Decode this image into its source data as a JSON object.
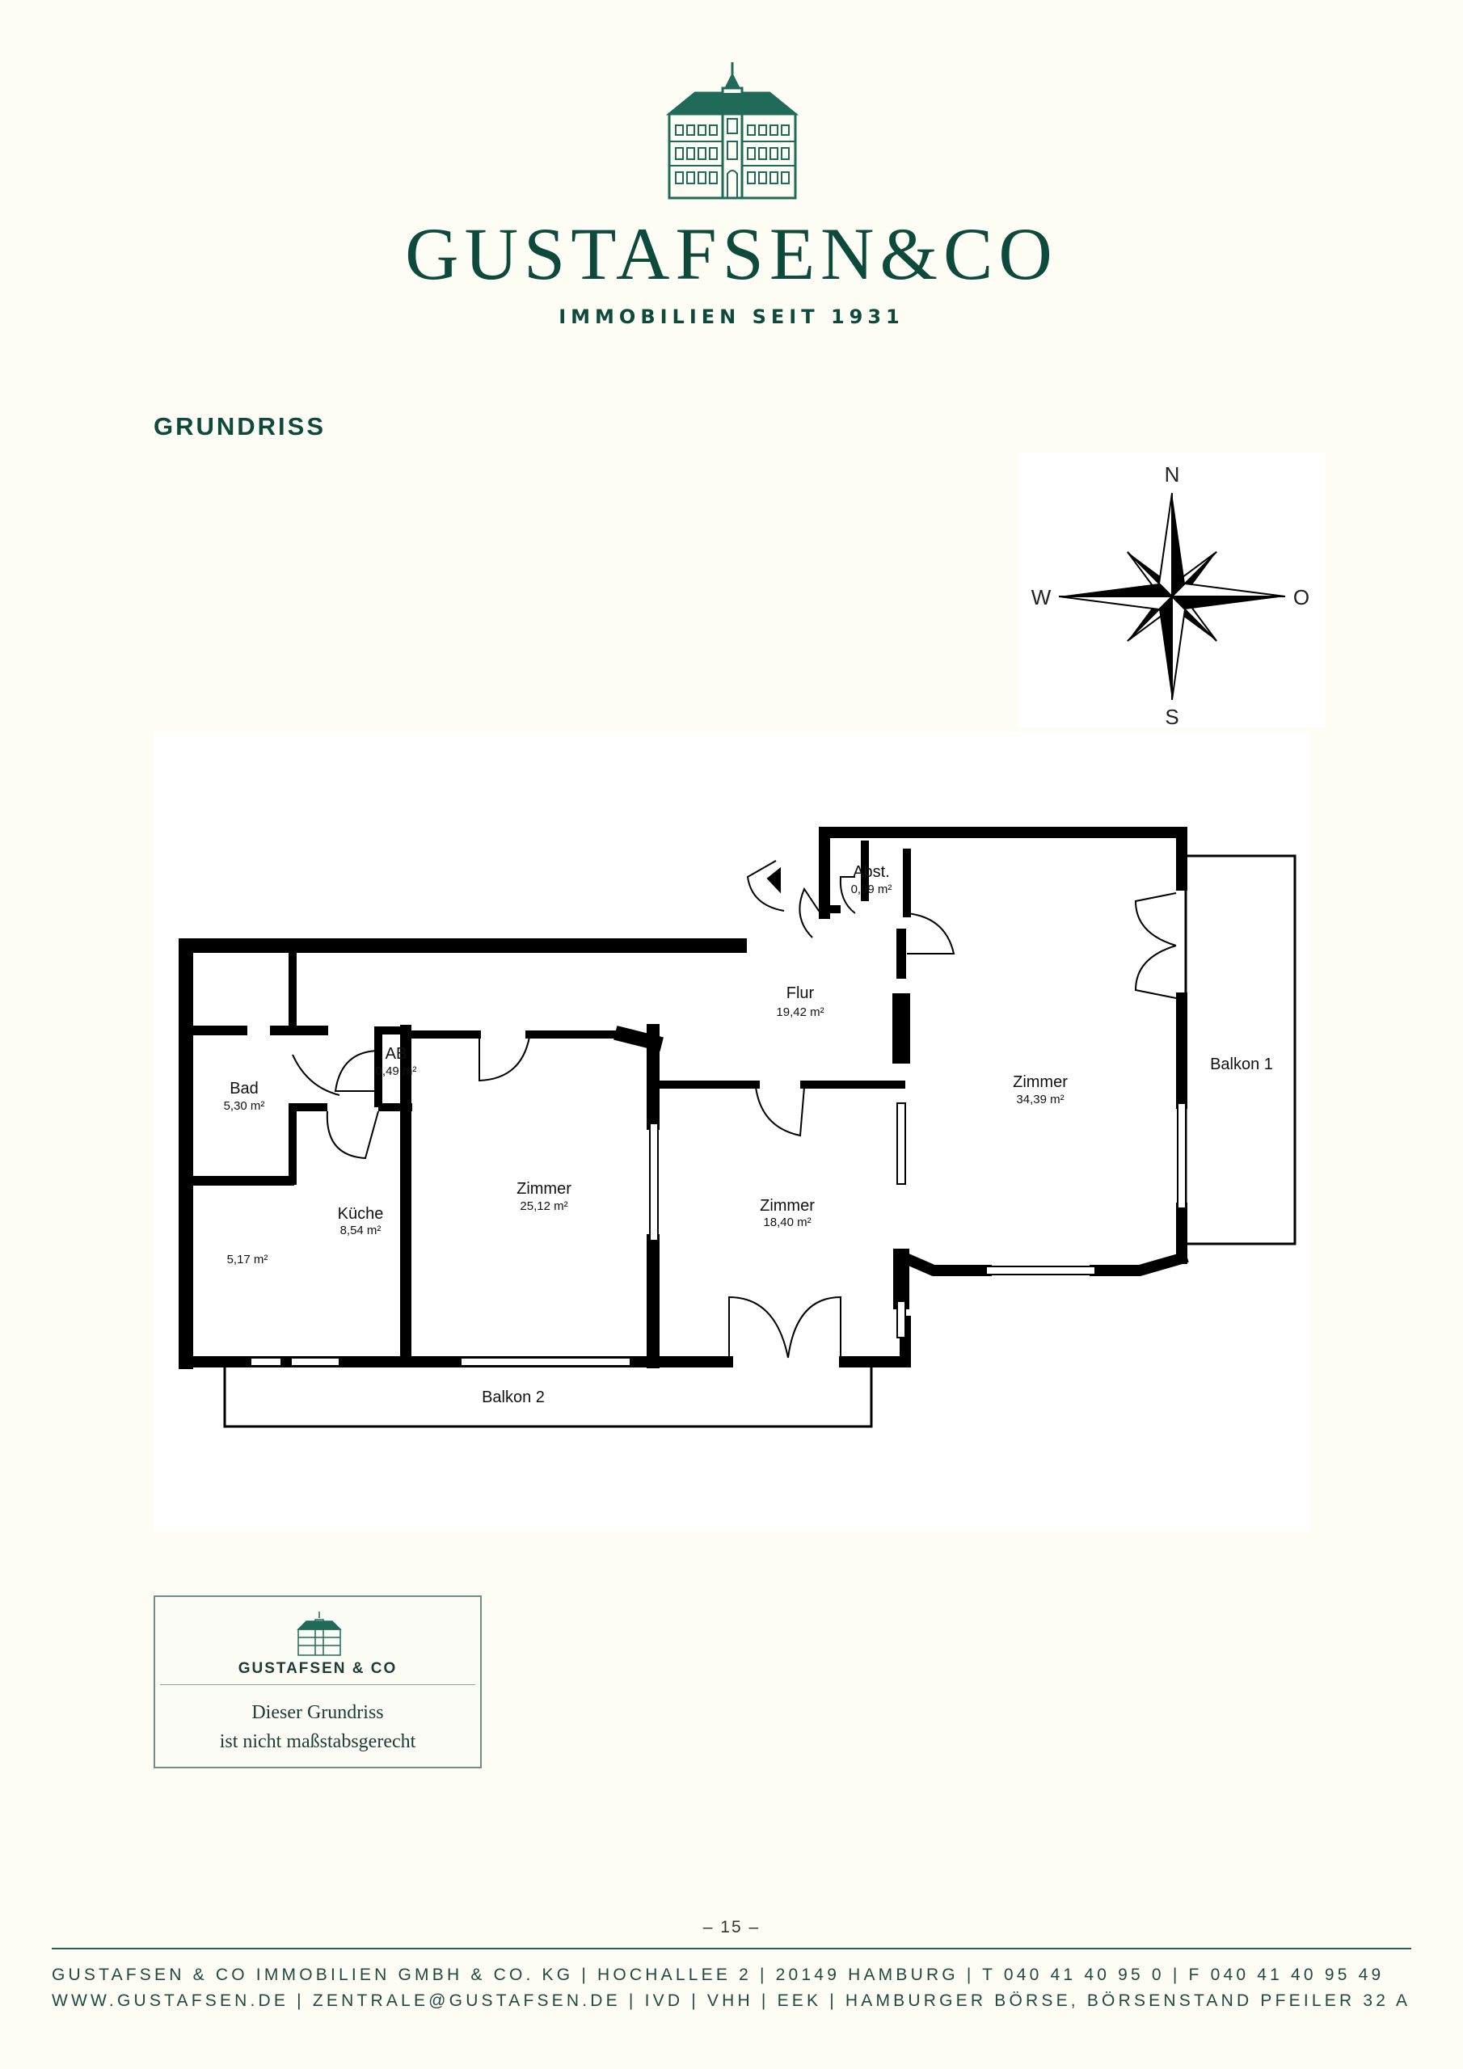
{
  "brand": {
    "name": "GUSTAFSEN&CO",
    "tagline": "IMMOBILIEN SEIT 1931",
    "colors": {
      "primary": "#0e4a3c",
      "background": "#fdfdf5"
    },
    "logo_icon": "building-icon"
  },
  "section": {
    "title": "GRUNDRISS"
  },
  "compass": {
    "north": "N",
    "south": "S",
    "west": "W",
    "east": "O",
    "icon": "compass-rose-icon"
  },
  "floorplan": {
    "rooms": [
      {
        "id": "abst",
        "label": "Abst.",
        "area": "0,99 m²"
      },
      {
        "id": "flur",
        "label": "Flur",
        "area": "19,42 m²"
      },
      {
        "id": "zimmer_large",
        "label": "Zimmer",
        "area": "34,39 m²"
      },
      {
        "id": "balkon1",
        "label": "Balkon 1",
        "area": ""
      },
      {
        "id": "ab",
        "label": "AB",
        "area": "0,49 m²"
      },
      {
        "id": "bad",
        "label": "Bad",
        "area": "5,30 m²"
      },
      {
        "id": "zimmer_mid",
        "label": "Zimmer",
        "area": "25,12 m²"
      },
      {
        "id": "zimmer_small",
        "label": "Zimmer",
        "area": "18,40 m²"
      },
      {
        "id": "kueche",
        "label": "Küche",
        "area": "8,54 m²"
      },
      {
        "id": "unnamed",
        "label": "",
        "area": "5,17 m²"
      },
      {
        "id": "balkon2",
        "label": "Balkon 2",
        "area": ""
      }
    ]
  },
  "stamp": {
    "brand": "GUSTAFSEN & CO",
    "line1": "Dieser Grundriss",
    "line2": "ist nicht maßstabsgerecht"
  },
  "footer": {
    "page_number": "– 15 –",
    "line1": "GUSTAFSEN & CO IMMOBILIEN GMBH & CO. KG | HOCHALLEE 2 | 20149 HAMBURG | T 040 41 40 95 0 | F 040 41 40 95 49",
    "line2": "WWW.GUSTAFSEN.DE | ZENTRALE@GUSTAFSEN.DE | IVD | VHH | EEK | HAMBURGER BÖRSE, BÖRSENSTAND PFEILER 32 A"
  }
}
